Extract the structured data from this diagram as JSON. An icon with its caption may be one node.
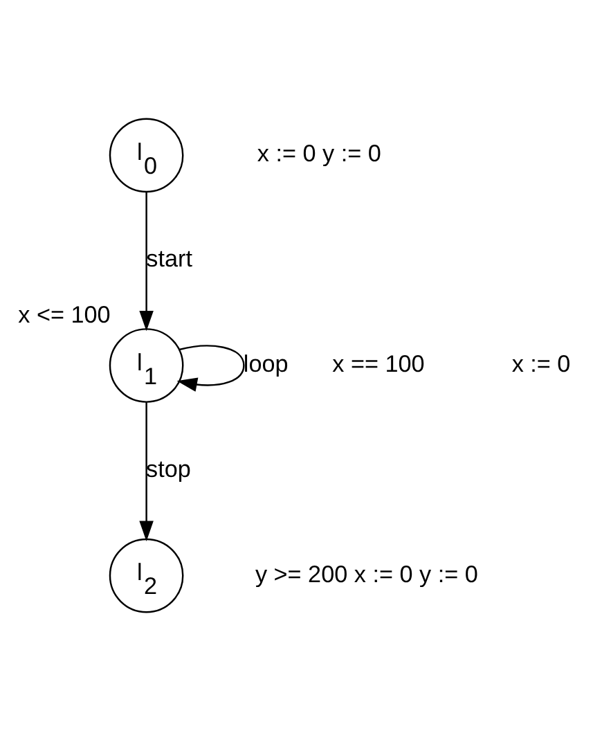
{
  "diagram": {
    "nodes": [
      {
        "text": [
          "l$_{0}$"
        ]
      },
      {
        "text": [
          "l$_{1}$"
        ],
        "beside": [
          "x <= 100"
        ]
      },
      {
        "text": [
          "l$_{2}$"
        ]
      }
    ],
    "edges": [
      {
        "from": 0,
        "to": 1,
        "arrow": "to",
        "label": "start"
      },
      {
        "from": 1,
        "to": 1,
        "arrow": "to",
        "label": "loop"
      },
      {
        "from": 1,
        "to": 2,
        "arrow": "to",
        "label": "stop"
      }
    ],
    "labels": [
      "x := 0 y := 0",
      "x == 100",
      "x := 0",
      "y >= 200 x := 0 y := 0"
    ]
  }
}
